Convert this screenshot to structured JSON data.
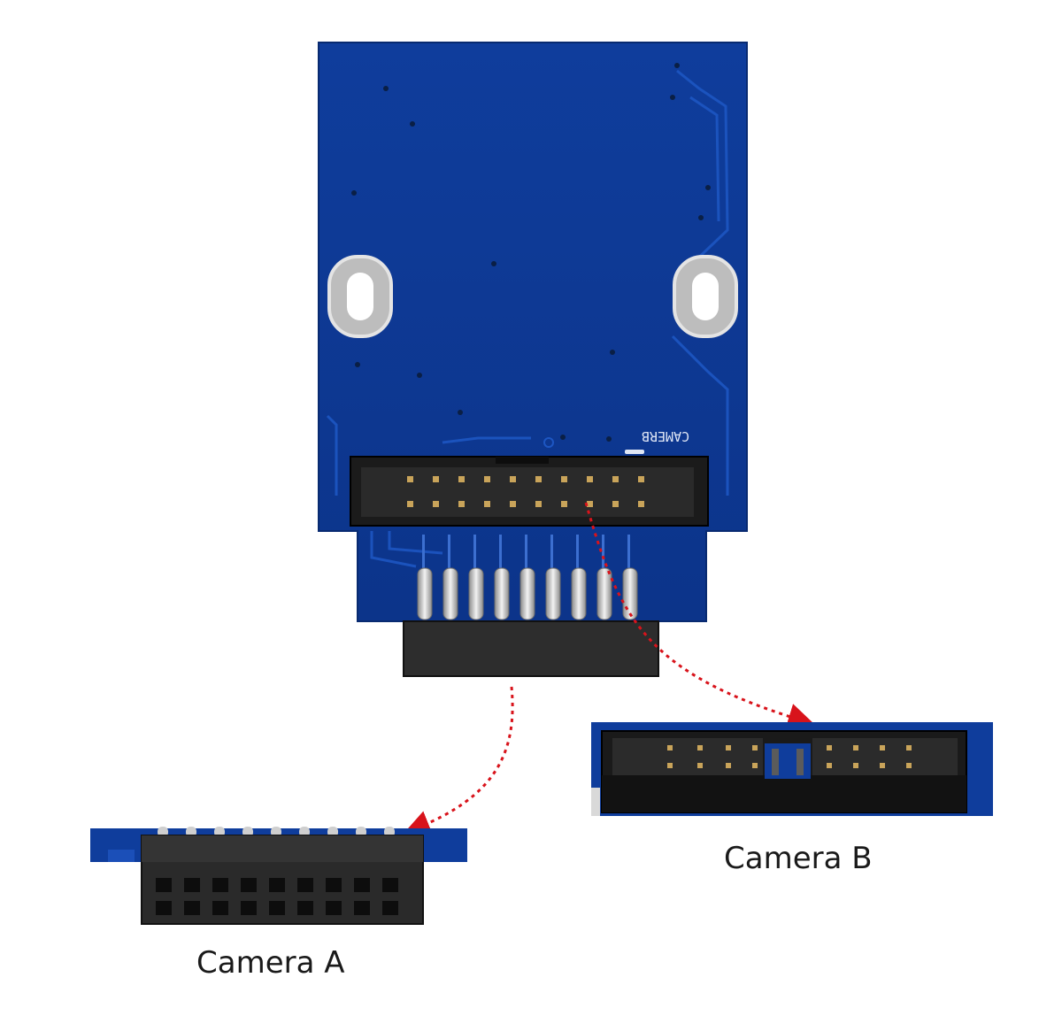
{
  "board": {
    "silkscreen_label": "CAMERB"
  },
  "captions": {
    "camera_a": "Camera A",
    "camera_b": "Camera B"
  },
  "colors": {
    "pcb_blue": "#0f3d9c",
    "pcb_dark": "#0a2f7e",
    "pcb_trace": "#1a4fb8",
    "connector_black": "#1b1b1b",
    "pin_gold": "#c9a45a",
    "pad_silver": "#d7d7d7",
    "arrow_red": "#d8131b"
  },
  "pin_headers": {
    "camera_b_rows": 2,
    "camera_b_pins_per_row": 10,
    "camera_a_rows": 2,
    "camera_a_pins_per_row": 9
  }
}
